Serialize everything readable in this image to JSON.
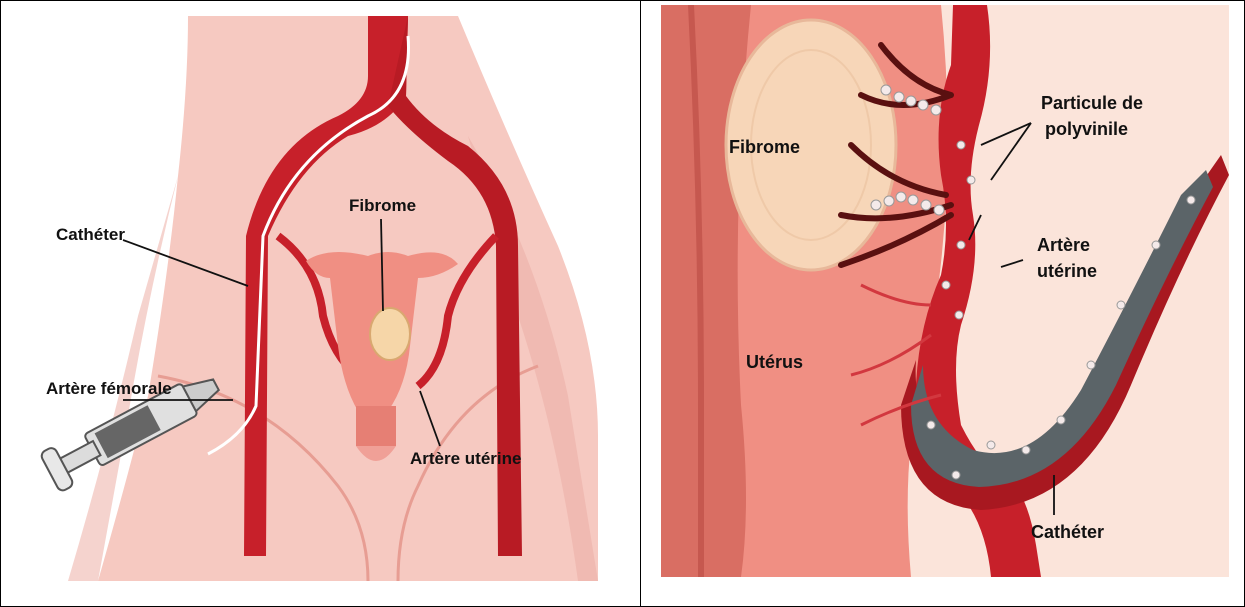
{
  "left_panel": {
    "labels": {
      "fibrome": "Fibrome",
      "catheter": "Cathéter",
      "artere_femorale": "Artère fémorale",
      "artere_uterine": "Artère utérine"
    }
  },
  "right_panel": {
    "labels": {
      "fibrome": "Fibrome",
      "particule_line1": "Particule de",
      "particule_line2": "polyvinile",
      "artere_line1": "Artère",
      "artere_line2": "utérine",
      "uterus": "Utérus",
      "catheter": "Cathéter"
    }
  },
  "colors": {
    "skin": "#f6c9c1",
    "skin_shadow": "#e9a99f",
    "artery": "#c7202a",
    "artery_dark": "#8e1018",
    "uterus": "#f08f83",
    "fibroid": "#f6d6a8",
    "catheter_gray": "#5b6468"
  }
}
